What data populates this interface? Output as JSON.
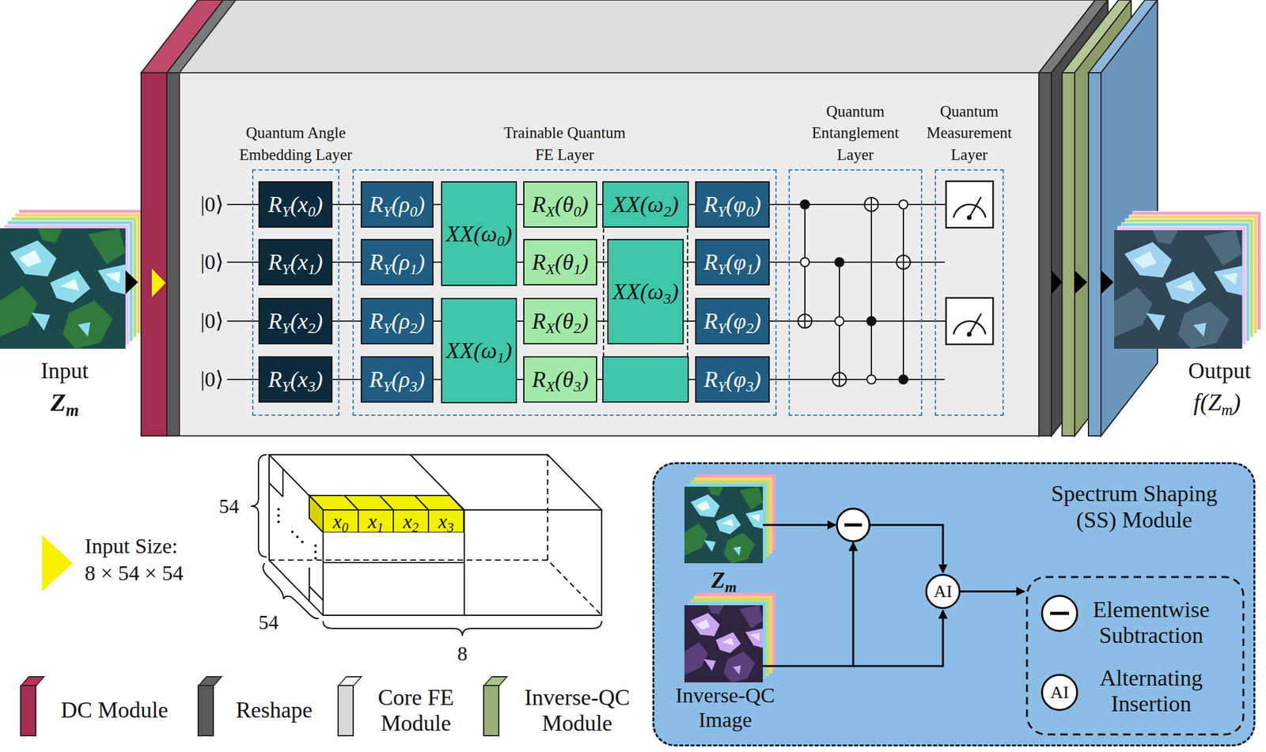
{
  "diagram": {
    "nodes": [
      {
        "text": [
          "Quantum Angle Embedding Layer"
        ]
      },
      {
        "text": [
          "RY(x0)"
        ],
        "in": 0
      },
      {
        "text": [
          "RY(x1)"
        ],
        "in": 0
      },
      {
        "text": [
          "RY(x2)"
        ],
        "in": 0
      },
      {
        "text": [
          "RY(x3)"
        ],
        "in": 0
      },
      {
        "text": [
          "Trainable Quantum FE Layer"
        ]
      },
      {
        "text": [
          "RY(ρ0)"
        ],
        "in": 5
      },
      {
        "text": [
          "RY(ρ1)"
        ],
        "in": 5
      },
      {
        "text": [
          "RY(ρ2)"
        ],
        "in": 5
      },
      {
        "text": [
          "RY(ρ3)"
        ],
        "in": 5
      },
      {
        "text": [
          "XX(ω0)"
        ],
        "in": 5
      },
      {
        "text": [
          "XX(ω1)"
        ],
        "in": 5
      },
      {
        "text": [
          "RX(θ0)"
        ],
        "in": 5
      },
      {
        "text": [
          "RX(θ1)"
        ],
        "in": 5
      },
      {
        "text": [
          "RX(θ2)"
        ],
        "in": 5
      },
      {
        "text": [
          "RX(θ3)"
        ],
        "in": 5
      },
      {
        "text": [
          "XX(ω2)"
        ],
        "in": 5
      },
      {
        "text": [
          "XX(ω3)"
        ],
        "in": 5
      },
      {
        "text": [
          "RY(φ0)"
        ],
        "in": 5
      },
      {
        "text": [
          "RY(φ1)"
        ],
        "in": 5
      },
      {
        "text": [
          "RY(φ2)"
        ],
        "in": 5
      },
      {
        "text": [
          "RY(φ3)"
        ],
        "in": 5
      },
      {
        "text": [
          "Quantum Entanglement Layer"
        ]
      },
      {
        "text": [
          "Quantum Measurement Layer"
        ]
      },
      {
        "text": [
          "x0"
        ]
      },
      {
        "text": [
          "x1"
        ]
      },
      {
        "text": [
          "x2"
        ]
      },
      {
        "text": [
          "x3"
        ]
      },
      {
        "text": [
          "Spectrum Shaping (SS) Module"
        ]
      },
      {
        "text": [
          "AI"
        ],
        "in": 28
      }
    ],
    "edges": [
      {
        "from": 1,
        "to": 6,
        "arrow": "none"
      },
      {
        "from": 6,
        "to": 10,
        "arrow": "none"
      },
      {
        "from": 10,
        "to": 12,
        "arrow": "none"
      },
      {
        "from": 12,
        "to": 16,
        "arrow": "none"
      },
      {
        "from": 16,
        "to": 18,
        "arrow": "none"
      },
      {
        "from": 2,
        "to": 7,
        "arrow": "none"
      },
      {
        "from": 7,
        "to": 10,
        "arrow": "none"
      },
      {
        "from": 10,
        "to": 13,
        "arrow": "none"
      },
      {
        "from": 13,
        "to": 17,
        "arrow": "none"
      },
      {
        "from": 17,
        "to": 19,
        "arrow": "none"
      },
      {
        "from": 3,
        "to": 8,
        "arrow": "none"
      },
      {
        "from": 8,
        "to": 11,
        "arrow": "none"
      },
      {
        "from": 11,
        "to": 14,
        "arrow": "none"
      },
      {
        "from": 14,
        "to": 17,
        "arrow": "none"
      },
      {
        "from": 17,
        "to": 20,
        "arrow": "none"
      },
      {
        "from": 4,
        "to": 9,
        "arrow": "none"
      },
      {
        "from": 9,
        "to": 11,
        "arrow": "none"
      },
      {
        "from": 11,
        "to": 15,
        "arrow": "none"
      },
      {
        "from": 15,
        "to": 21,
        "arrow": "none"
      }
    ],
    "labels": [
      "|0⟩",
      "|0⟩",
      "|0⟩",
      "|0⟩",
      "Input",
      "Zm",
      "Output",
      "f(Zm)",
      "Input Size:",
      "8 × 54 × 54",
      "54",
      "54",
      "8",
      "Zm",
      "Inverse-QC Image",
      "AI"
    ],
    "legend": [
      {
        "text": "DC Module",
        "color": "#a52d4f"
      },
      {
        "text": "Reshape",
        "color": "#595959"
      },
      {
        "text": "Core FE Module",
        "color": "#d9d9d9"
      },
      {
        "text": "Inverse-QC Module",
        "color": "#9aaf79"
      },
      {
        "text": "Elementwise Subtraction"
      },
      {
        "text": "Alternating Insertion"
      }
    ]
  }
}
